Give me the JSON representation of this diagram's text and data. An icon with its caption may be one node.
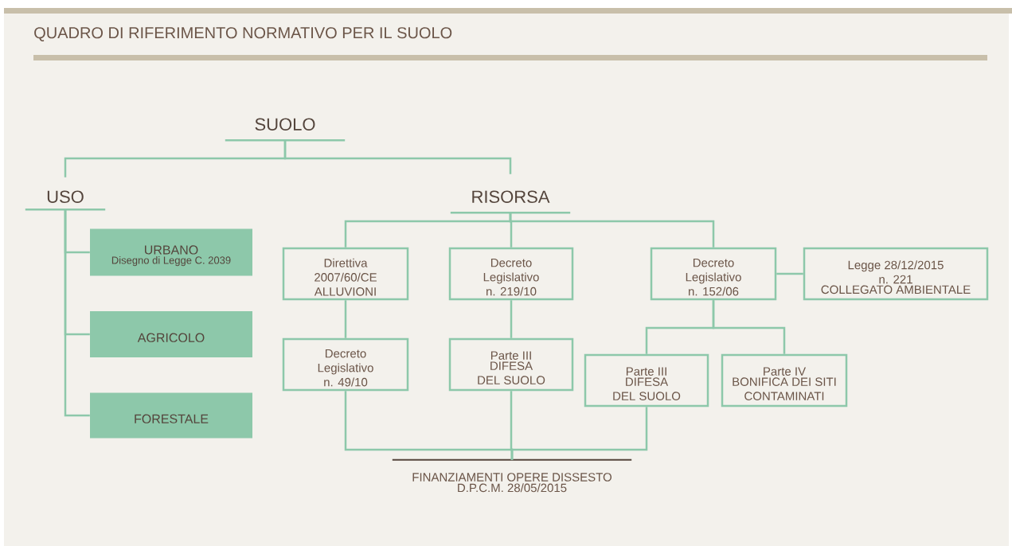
{
  "diagram": {
    "title": "QUADRO DI RIFERIMENTO NORMATIVO PER IL SUOLO",
    "nodes": [
      {
        "text": [
          "SUOLO"
        ]
      },
      {
        "text": [
          "USO"
        ]
      },
      {
        "text": [
          "RISORSA"
        ]
      },
      {
        "text": [
          "URBANO",
          "Disegno di Legge C. 2039"
        ]
      },
      {
        "text": [
          "AGRICOLO"
        ]
      },
      {
        "text": [
          "FORESTALE"
        ]
      },
      {
        "text": [
          "Direttiva 2007/60/CE ALLUVIONI"
        ]
      },
      {
        "text": [
          "Decreto Legislativo n. 219/10"
        ]
      },
      {
        "text": [
          "Decreto Legislativo n. 152/06"
        ]
      },
      {
        "text": [
          "Legge 28/12/2015 n. 221",
          "COLLEGATO AMBIENTALE"
        ]
      },
      {
        "text": [
          "Decreto Legislativo n. 49/10"
        ]
      },
      {
        "text": [
          "Parte III",
          "DIFESA DEL SUOLO"
        ]
      },
      {
        "text": [
          "Parte III",
          "DIFESA DEL SUOLO"
        ]
      },
      {
        "text": [
          "Parte IV",
          "BONIFICA DEI SITI CONTAMINATI"
        ]
      },
      {
        "text": [
          "FINANZIAMENTI OPERE DISSESTO",
          "D.P.C.M. 28/05/2015"
        ]
      }
    ],
    "edges": [
      {
        "from": 0,
        "to": 1,
        "arrow": "none"
      },
      {
        "from": 0,
        "to": 2,
        "arrow": "none"
      },
      {
        "from": 1,
        "to": 3,
        "arrow": "none"
      },
      {
        "from": 1,
        "to": 4,
        "arrow": "none"
      },
      {
        "from": 1,
        "to": 5,
        "arrow": "none"
      },
      {
        "from": 2,
        "to": 6,
        "arrow": "none"
      },
      {
        "from": 2,
        "to": 7,
        "arrow": "none"
      },
      {
        "from": 2,
        "to": 8,
        "arrow": "none"
      },
      {
        "from": 8,
        "to": 9,
        "arrow": "none"
      },
      {
        "from": 6,
        "to": 10,
        "arrow": "none"
      },
      {
        "from": 7,
        "to": 11,
        "arrow": "none"
      },
      {
        "from": 8,
        "to": 12,
        "arrow": "none"
      },
      {
        "from": 8,
        "to": 13,
        "arrow": "none"
      },
      {
        "from": 10,
        "to": 14,
        "arrow": "none"
      },
      {
        "from": 11,
        "to": 14,
        "arrow": "none"
      },
      {
        "from": 12,
        "to": 14,
        "arrow": "none"
      }
    ]
  }
}
